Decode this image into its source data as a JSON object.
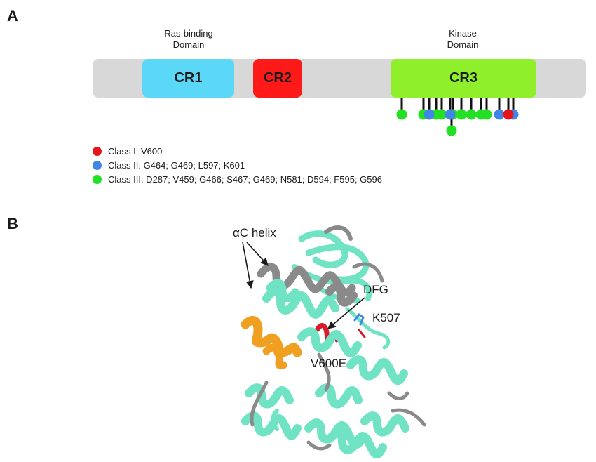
{
  "panel_a": {
    "letter": "A",
    "ras_label_line1": "Ras-binding",
    "ras_label_line2": "Domain",
    "kinase_label_line1": "Kinase",
    "kinase_label_line2": "Domain",
    "domains": [
      {
        "label": "CR1",
        "color": "#5bd8f7"
      },
      {
        "label": "CR2",
        "color": "#ff1a1a"
      },
      {
        "label": "CR3",
        "color": "#8fef2a"
      }
    ],
    "mutation_lollipops": [
      {
        "class": "III"
      },
      {
        "class": "III"
      },
      {
        "class": "II"
      },
      {
        "class": "III"
      },
      {
        "class": "III"
      },
      {
        "class": "II"
      },
      {
        "class": "III"
      },
      {
        "class": "III"
      },
      {
        "class": "III"
      },
      {
        "class": "III"
      },
      {
        "class": "III"
      },
      {
        "class": "II"
      },
      {
        "class": "I"
      },
      {
        "class": "II"
      },
      {
        "class": "III",
        "lower": true
      }
    ],
    "legend": [
      {
        "class": "I",
        "label": "Class I: V600",
        "color": "#e8141b"
      },
      {
        "class": "II",
        "label": "Class II: G464; G469; L597; K601",
        "color": "#3f86e6"
      },
      {
        "class": "III",
        "label": "Class III: D287; V459; G466; S467; G469; N581; D594; F595; G596",
        "color": "#22e022"
      }
    ]
  },
  "panel_b": {
    "letter": "B",
    "labels": {
      "ac_helix": "αC helix",
      "dfg": "DFG",
      "k507": "K507",
      "v600e": "V600E"
    },
    "colors": {
      "ribbon": "#6fe3c3",
      "helix_gray": "#8a8a8a",
      "helix_orange": "#f0a020",
      "dfg_red": "#d81b2a"
    }
  }
}
